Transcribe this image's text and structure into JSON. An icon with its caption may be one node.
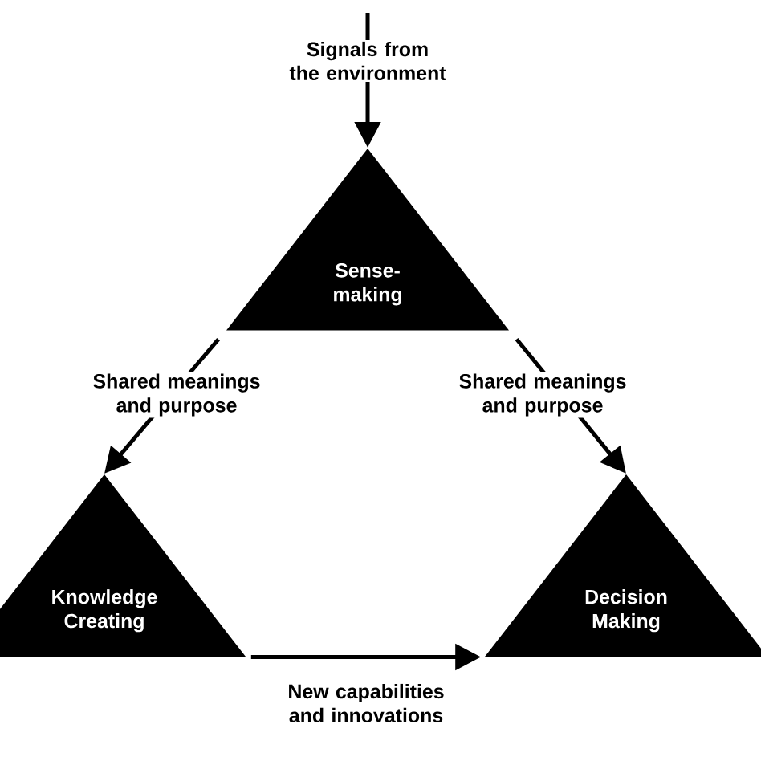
{
  "diagram": {
    "nodes": [
      {
        "text": [
          "Sense-making"
        ]
      },
      {
        "text": [
          "Knowledge Creating"
        ]
      },
      {
        "text": [
          "Decision Making"
        ]
      }
    ],
    "edges": [
      {
        "from": null,
        "to": 0,
        "arrow": "to",
        "label": "Signals from the environment"
      },
      {
        "from": 0,
        "to": 1,
        "arrow": "to",
        "label": "Shared meanings and purpose"
      },
      {
        "from": 0,
        "to": 2,
        "arrow": "to",
        "label": "Shared meanings and purpose"
      },
      {
        "from": 1,
        "to": 2,
        "arrow": "to",
        "label": "New capabilities and innovations"
      }
    ]
  }
}
